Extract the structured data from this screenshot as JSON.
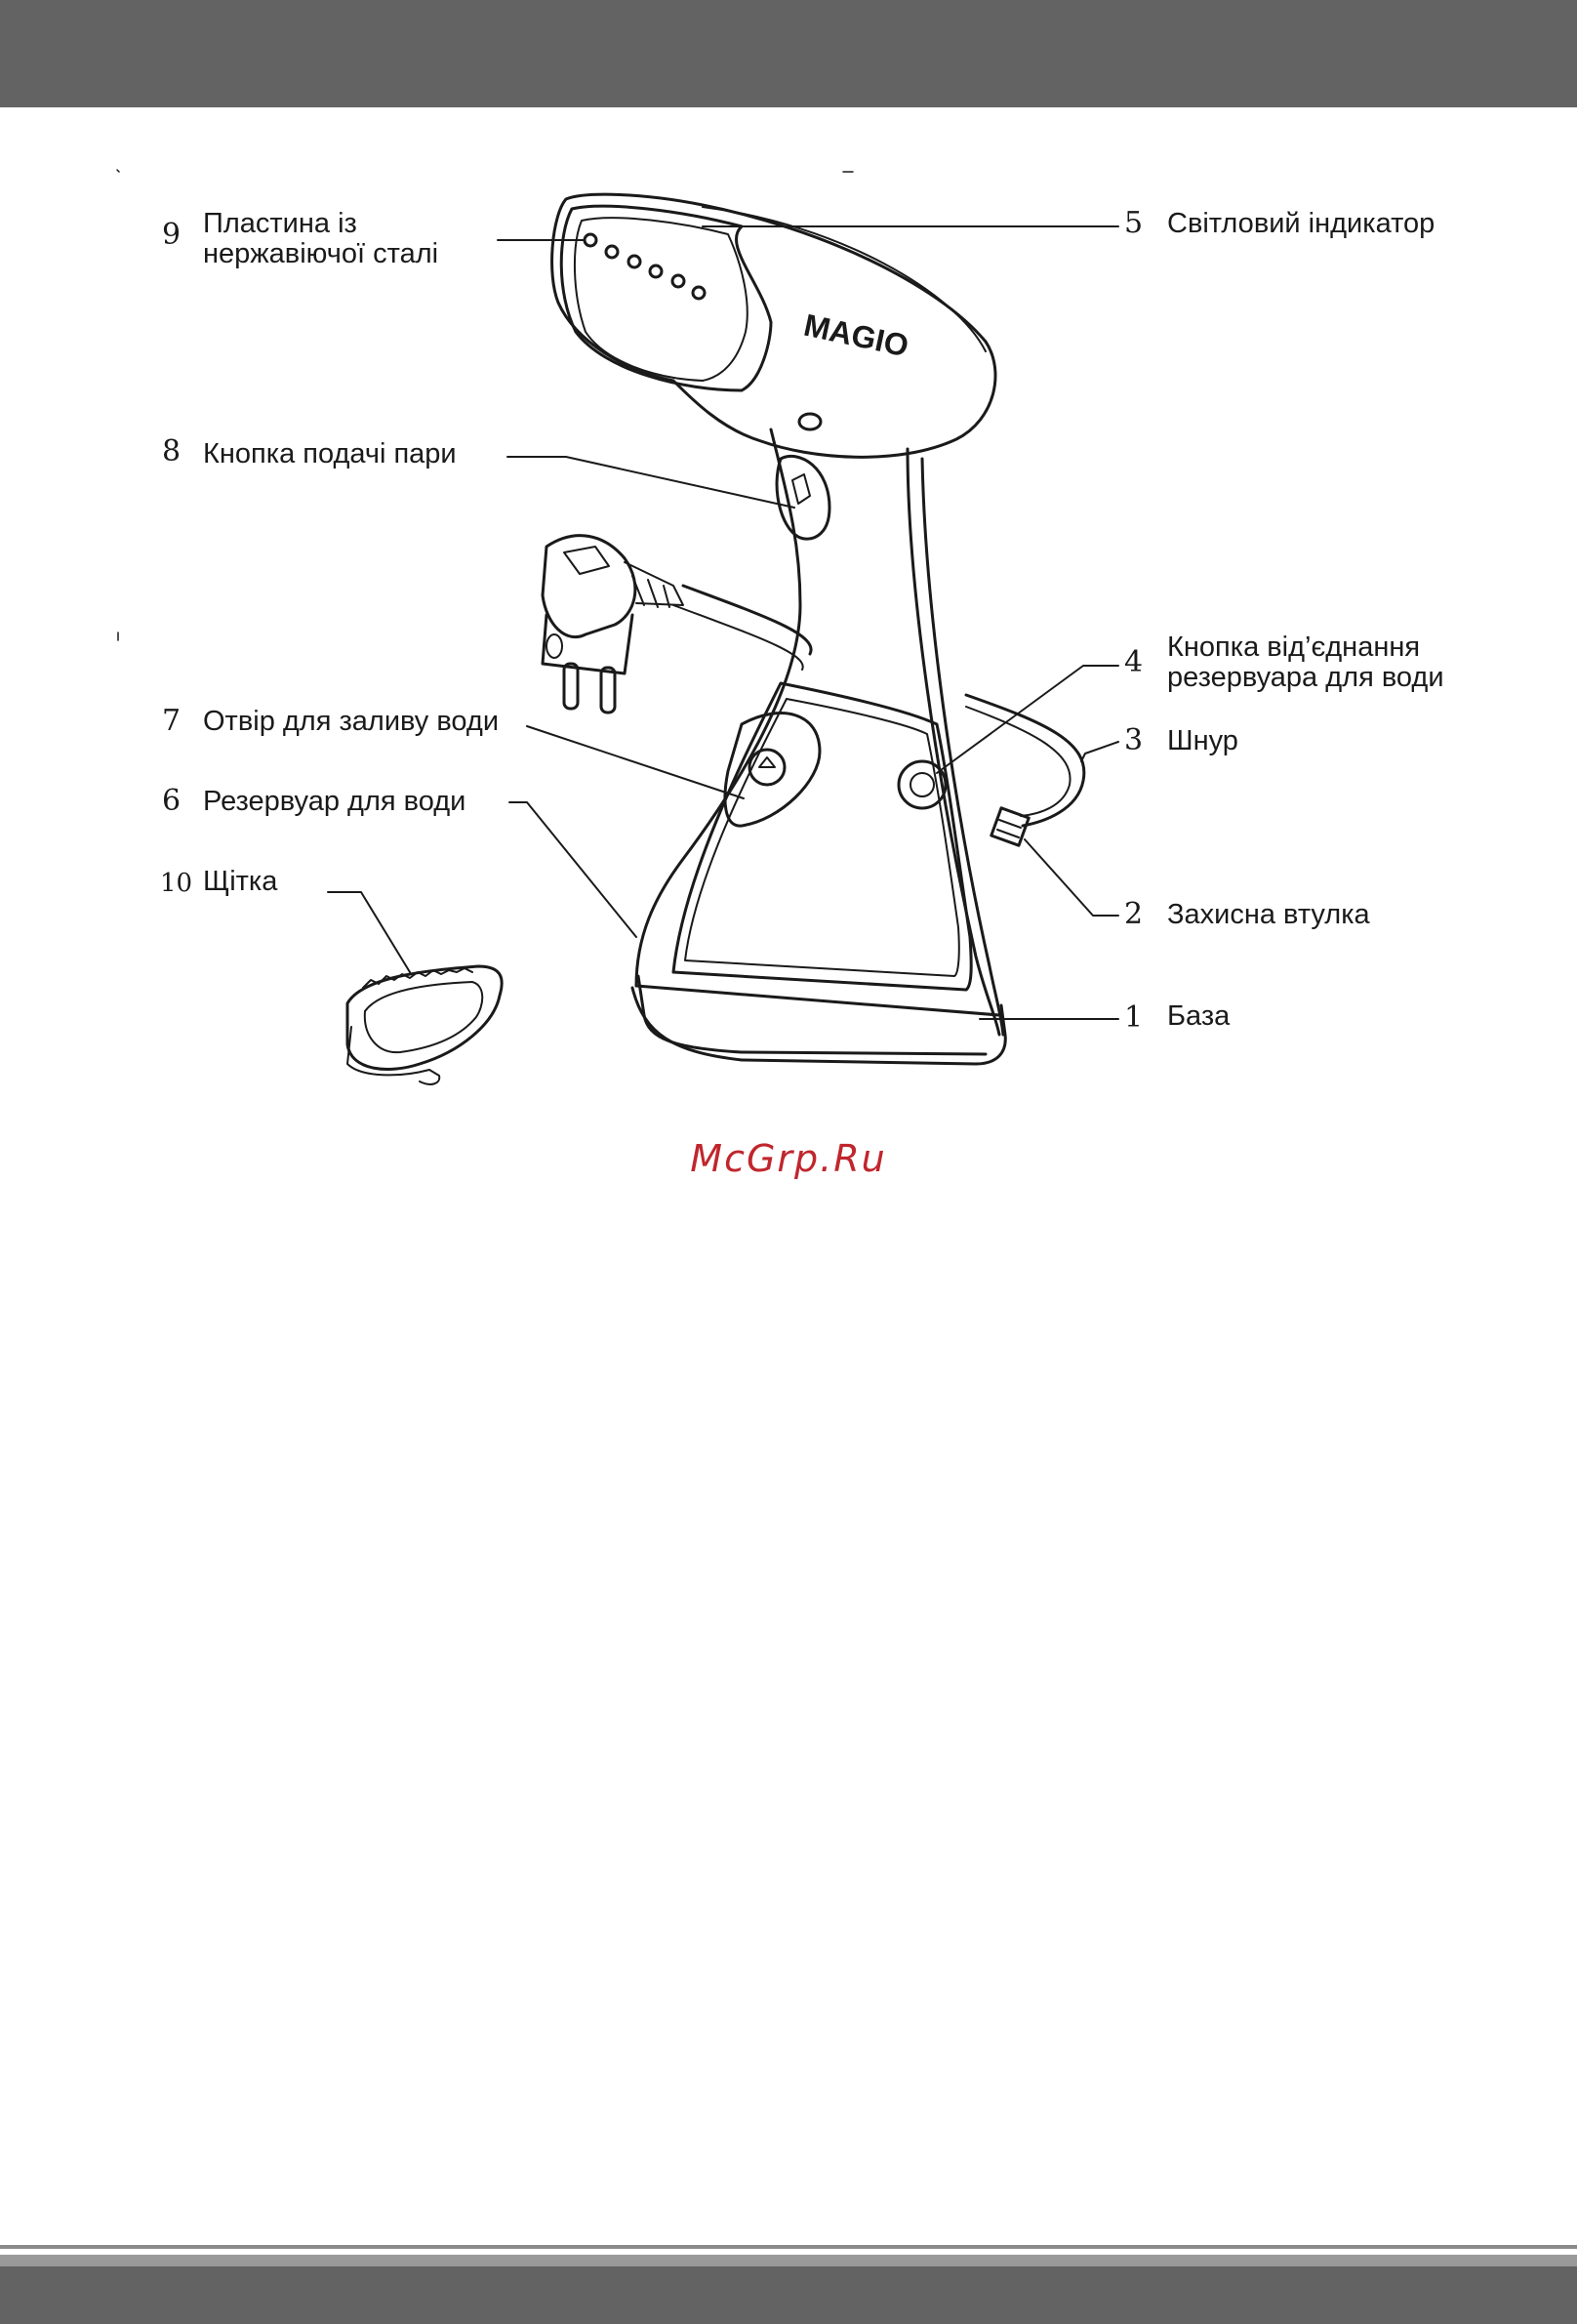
{
  "page": {
    "header_color": "#646363",
    "footer_color": "#646363"
  },
  "diagram": {
    "brand_logo": "MAGIO",
    "callouts": [
      {
        "id": "plate",
        "number": "9",
        "label": "Пластина із\nнержавіючої сталі"
      },
      {
        "id": "indicator",
        "number": "5",
        "label": "Світловий індикатор"
      },
      {
        "id": "steam-button",
        "number": "8",
        "label": "Кнопка подачі пари"
      },
      {
        "id": "tank-release",
        "number": "4",
        "label": "Кнопка від’єднання\nрезервуара для води"
      },
      {
        "id": "fill-hole",
        "number": "7",
        "label": "Отвір для заливу води"
      },
      {
        "id": "cord",
        "number": "3",
        "label": "Шнур"
      },
      {
        "id": "tank",
        "number": "6",
        "label": "Резервуар для води"
      },
      {
        "id": "brush",
        "number": "10",
        "label": "Щітка"
      },
      {
        "id": "sleeve",
        "number": "2",
        "label": "Захисна втулка"
      },
      {
        "id": "base",
        "number": "1",
        "label": "База"
      }
    ]
  },
  "watermark": {
    "text": "McGrp.Ru",
    "color": "#c0262d"
  }
}
